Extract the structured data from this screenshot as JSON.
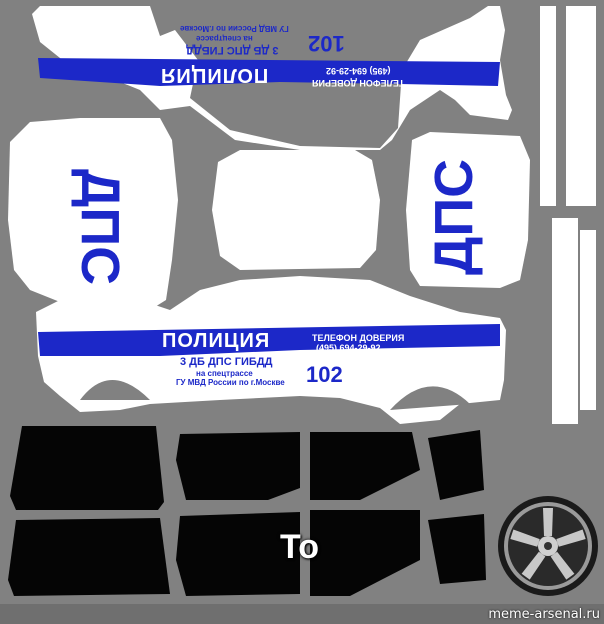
{
  "texture": {
    "top_side": {
      "number": "102",
      "police": "ПОЛИЦИЯ",
      "phone_title": "ТЕЛЕФОН ДОВЕРИЯ",
      "phone_number": "(495) 694-29-92",
      "unit_line1": "3 ДБ ДПС ГИБДД",
      "unit_line2": "на спецтрассе",
      "unit_line3": "ГУ МВД России по г.Москве"
    },
    "bottom_side": {
      "number": "102",
      "police": "ПОЛИЦИЯ",
      "phone_title": "ТЕЛЕФОН ДОВЕРИЯ",
      "phone_number": "(495) 694-29-92",
      "unit_line1": "3 ДБ ДПС ГИБДД",
      "unit_line2": "на спецтрассе",
      "unit_line3": "ГУ МВД России по г.Москве"
    },
    "hood_text": "ДПС",
    "trunk_text": "ДПС"
  },
  "meme": {
    "caption": "To",
    "watermark": "meme-arsenal.ru"
  },
  "colors": {
    "background": "#818181",
    "livery_white": "#ffffff",
    "police_blue": "#1c28c8",
    "glass_black": "#050505"
  }
}
